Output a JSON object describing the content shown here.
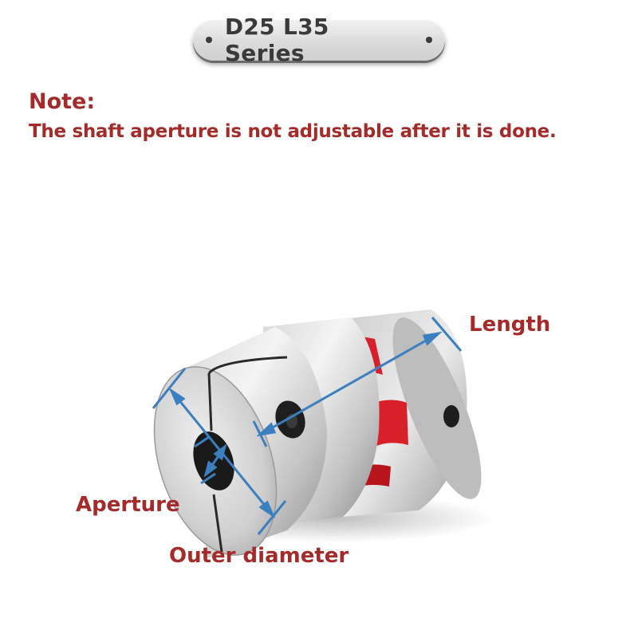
{
  "header": {
    "title": "D25 L35 Series"
  },
  "note": {
    "label": "Note:",
    "text": "The shaft aperture is not adjustable after it is done."
  },
  "dimensions": {
    "length_label": "Length",
    "aperture_label": "Aperture",
    "outer_diameter_label": "Outer diameter"
  },
  "colors": {
    "note_red": "#a52a2a",
    "arrow_blue": "#3a7fc0",
    "spider_red": "#d8202a",
    "metal_light": "#e6e6e6",
    "metal_dark": "#8e8e8e"
  }
}
